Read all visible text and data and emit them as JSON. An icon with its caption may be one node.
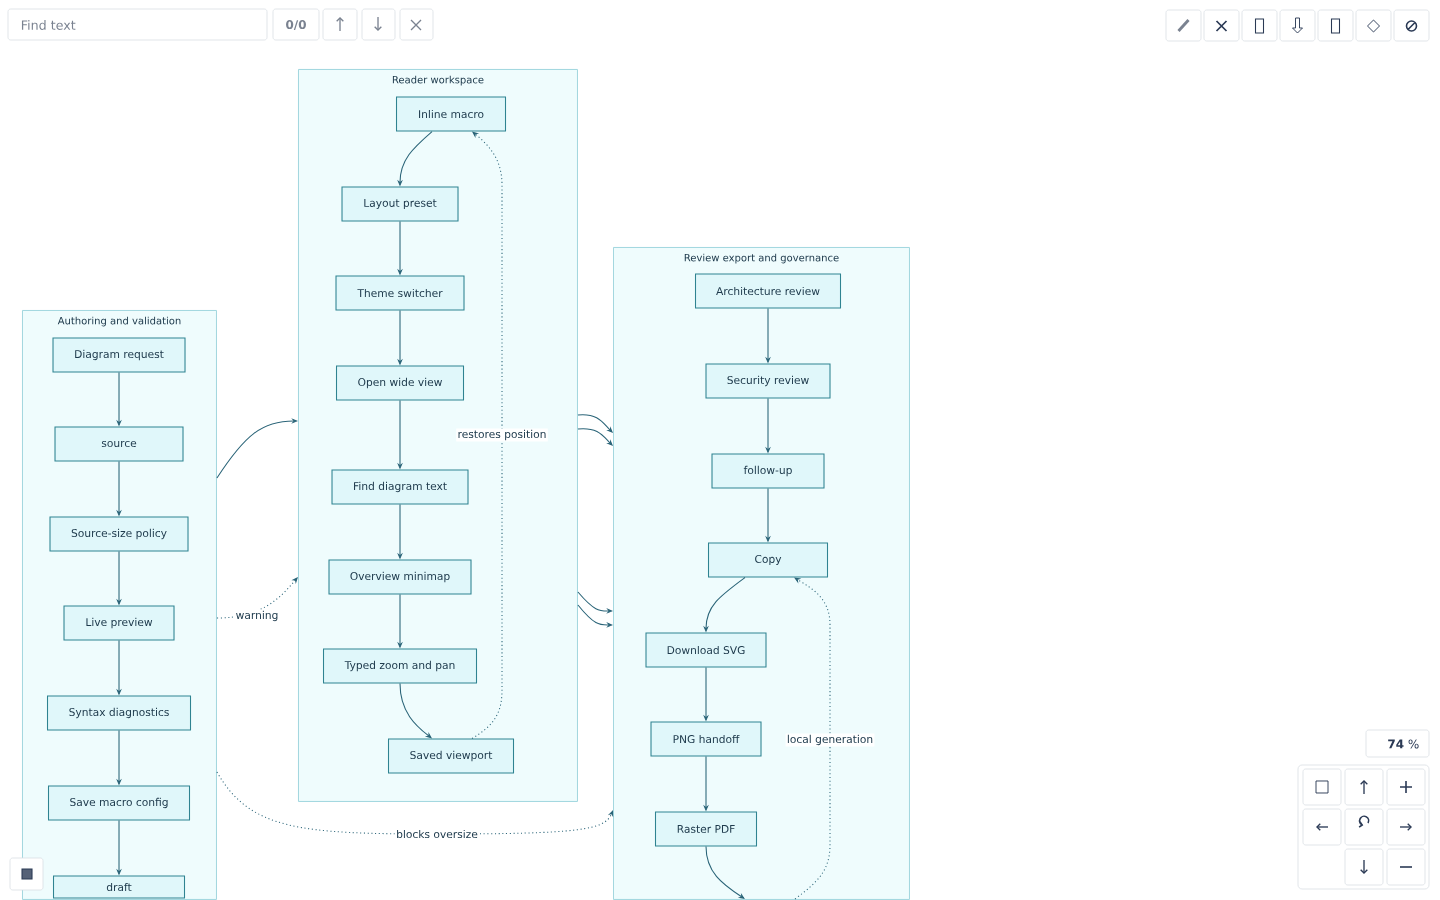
{
  "diagram": {
    "nodes": [
      {
        "text": [
          "Authoring and validation"
        ]
      },
      {
        "text": [
          "Diagram request"
        ],
        "in": 0
      },
      {
        "text": [
          "source"
        ],
        "in": 0
      },
      {
        "text": [
          "Source-size policy"
        ],
        "in": 0
      },
      {
        "text": [
          "Live preview"
        ],
        "in": 0
      },
      {
        "text": [
          "Syntax diagnostics"
        ],
        "in": 0
      },
      {
        "text": [
          "Save macro config"
        ],
        "in": 0
      },
      {
        "text": [
          "draft"
        ],
        "in": 0
      },
      {
        "text": [
          "Reader workspace"
        ]
      },
      {
        "text": [
          "Inline macro"
        ],
        "in": 8
      },
      {
        "text": [
          "Layout preset"
        ],
        "in": 8
      },
      {
        "text": [
          "Theme switcher"
        ],
        "in": 8
      },
      {
        "text": [
          "Open wide view"
        ],
        "in": 8
      },
      {
        "text": [
          "Find diagram text"
        ],
        "in": 8
      },
      {
        "text": [
          "Overview minimap"
        ],
        "in": 8
      },
      {
        "text": [
          "Typed zoom and pan"
        ],
        "in": 8
      },
      {
        "text": [
          "Saved viewport"
        ],
        "in": 8
      },
      {
        "text": [
          "Review export and governance"
        ]
      },
      {
        "text": [
          "Architecture review"
        ],
        "in": 17
      },
      {
        "text": [
          "Security review"
        ],
        "in": 17
      },
      {
        "text": [
          "follow-up"
        ],
        "in": 17
      },
      {
        "text": [
          "Copy"
        ],
        "in": 17
      },
      {
        "text": [
          "Download SVG"
        ],
        "in": 17
      },
      {
        "text": [
          "PNG handoff"
        ],
        "in": 17
      },
      {
        "text": [
          "Raster PDF"
        ],
        "in": 17
      }
    ],
    "edges": [
      {
        "from": 1,
        "to": 2,
        "arrow": "to"
      },
      {
        "from": 2,
        "to": 3,
        "arrow": "to"
      },
      {
        "from": 3,
        "to": 4,
        "arrow": "to"
      },
      {
        "from": 4,
        "to": 5,
        "arrow": "to"
      },
      {
        "from": 5,
        "to": 6,
        "arrow": "to"
      },
      {
        "from": 6,
        "to": 7,
        "arrow": "to"
      },
      {
        "from": 0,
        "to": 8,
        "arrow": "to"
      },
      {
        "from": 0,
        "to": 8,
        "arrow": "to",
        "label": "warning",
        "style": "dashed"
      },
      {
        "from": 0,
        "to": 17,
        "arrow": "to",
        "label": "blocks oversize",
        "style": "dashed"
      },
      {
        "from": 9,
        "to": 10,
        "arrow": "to"
      },
      {
        "from": 10,
        "to": 11,
        "arrow": "to"
      },
      {
        "from": 11,
        "to": 12,
        "arrow": "to"
      },
      {
        "from": 12,
        "to": 13,
        "arrow": "to"
      },
      {
        "from": 13,
        "to": 14,
        "arrow": "to"
      },
      {
        "from": 14,
        "to": 15,
        "arrow": "to"
      },
      {
        "from": 15,
        "to": 16,
        "arrow": "to"
      },
      {
        "from": 16,
        "to": 9,
        "arrow": "to",
        "label": "restores position",
        "style": "dashed"
      },
      {
        "from": 8,
        "to": 17,
        "arrow": "to"
      },
      {
        "from": 8,
        "to": 17,
        "arrow": "to"
      },
      {
        "from": 8,
        "to": 17,
        "arrow": "to"
      },
      {
        "from": 8,
        "to": 17,
        "arrow": "to"
      },
      {
        "from": 18,
        "to": 19,
        "arrow": "to"
      },
      {
        "from": 19,
        "to": 20,
        "arrow": "to"
      },
      {
        "from": 20,
        "to": 21,
        "arrow": "to"
      },
      {
        "from": 21,
        "to": 22,
        "arrow": "to"
      },
      {
        "from": 22,
        "to": 23,
        "arrow": "to"
      },
      {
        "from": 23,
        "to": 24,
        "arrow": "to"
      },
      {
        "from": 24,
        "to": null,
        "arrow": "to"
      },
      {
        "from": null,
        "to": 21,
        "arrow": "to",
        "label": "local generation",
        "style": "dashed"
      }
    ],
    "labels": [
      "Find text",
      "0/0",
      "**74** %"
    ]
  }
}
